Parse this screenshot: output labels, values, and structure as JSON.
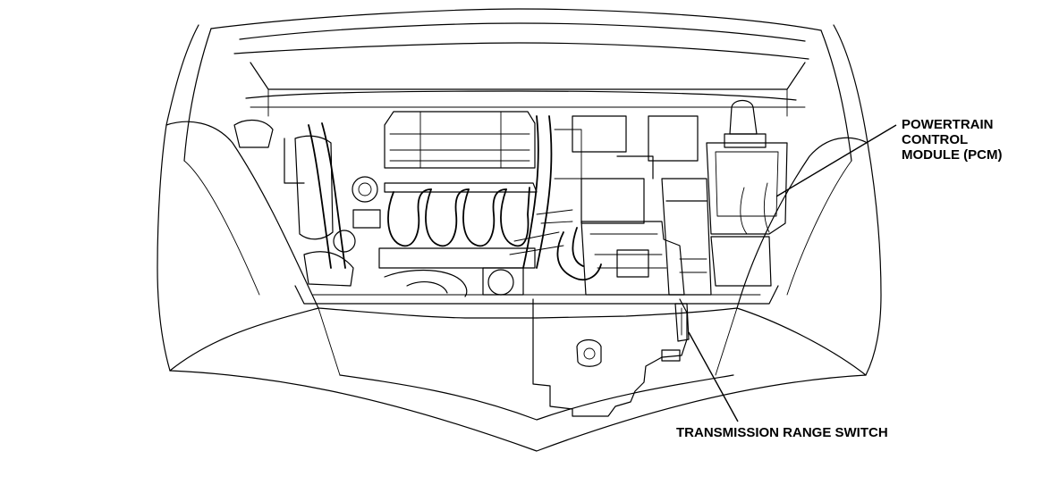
{
  "labels": {
    "pcm_line1": "POWERTRAIN",
    "pcm_line2": "CONTROL",
    "pcm_line3": "MODULE (PCM)",
    "trs": "TRANSMISSION RANGE SWITCH"
  },
  "colors": {
    "ink": "#000000",
    "background": "#ffffff"
  }
}
